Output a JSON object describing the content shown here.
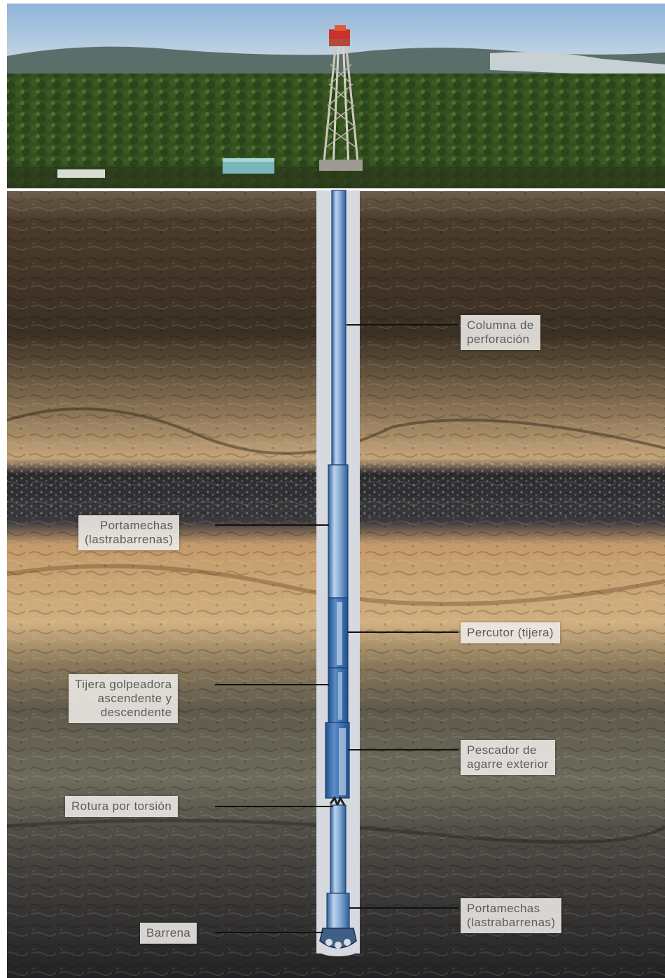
{
  "diagram": {
    "labels": {
      "drill_string": [
        "Columna de",
        "perforación"
      ],
      "drill_collars_upper": [
        "Portamechas",
        "(lastrabarrenas)"
      ],
      "jar": [
        "Percutor (tijera)"
      ],
      "up_down_jar": [
        "Tijera golpeadora",
        "ascendente y",
        "descendente"
      ],
      "overshot": [
        "Pescador de",
        "agarre exterior"
      ],
      "twist_off": [
        "Rotura por torsión"
      ],
      "drill_collars_lower": [
        "Portamechas",
        "(lastrabarrenas)"
      ],
      "bit": [
        "Barrena"
      ]
    },
    "colors": {
      "sky": "#a9c4de",
      "forest": "#2f4a1c",
      "pipe": "#8fb3d9",
      "pipe_dark": "#2d5f9b",
      "borehole": "#d6d9df",
      "label_bg": "#eeece8",
      "label_text": "#5d5a57"
    },
    "icons": [
      "drilling-rig-icon"
    ]
  }
}
